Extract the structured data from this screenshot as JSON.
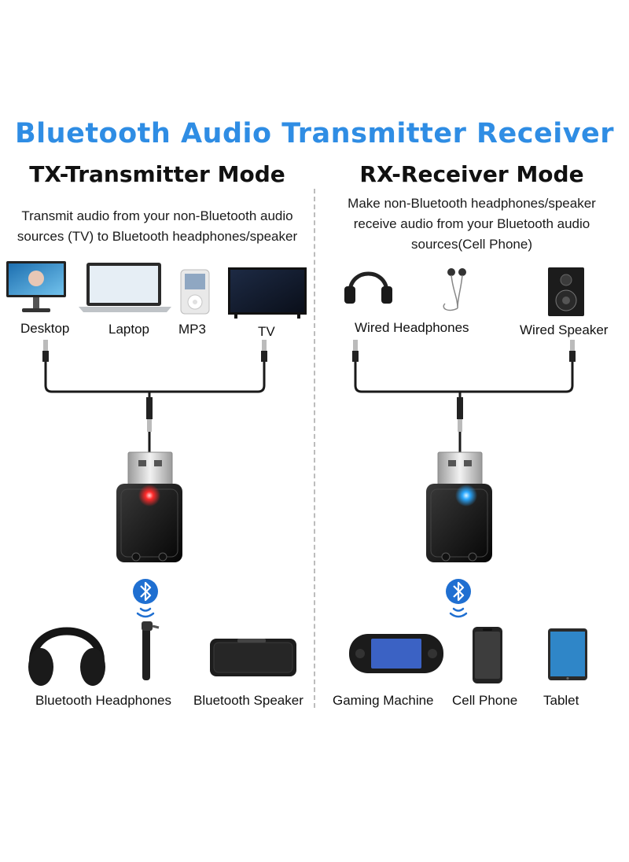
{
  "header": {
    "title": "Bluetooth Audio Transmitter Receiver"
  },
  "tx": {
    "title": "TX-Transmitter Mode",
    "desc_lines": [
      "Transmit audio from your non-Bluetooth audio",
      "sources (TV) to Bluetooth headphones/speaker"
    ],
    "sources": [
      "Desktop",
      "Laptop",
      "MP3",
      "TV"
    ],
    "outputs": [
      "Bluetooth Headphones",
      "Bluetooth Speaker"
    ],
    "led_color": "#ff2a2a"
  },
  "rx": {
    "title": "RX-Receiver Mode",
    "desc_lines": [
      "Make non-Bluetooth headphones/speaker",
      "receive audio from your Bluetooth audio",
      "sources(Cell Phone)"
    ],
    "sinks": [
      "Wired Headphones",
      "Wired Speaker"
    ],
    "sources": [
      "Gaming Machine",
      "Cell Phone",
      "Tablet"
    ],
    "led_color": "#2aa8ff"
  },
  "colors": {
    "title_blue": "#2f8de4",
    "bluetooth_blue": "#1f6fd1"
  }
}
